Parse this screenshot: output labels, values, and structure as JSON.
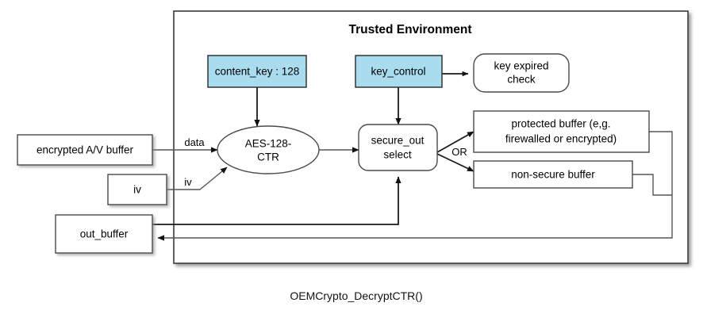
{
  "diagram": {
    "title": "Trusted Environment",
    "caption": "OEMCrypto_DecryptCTR()",
    "colors": {
      "key_box_fill": "#aadcf0",
      "plain_box_fill": "#ffffff",
      "stroke": "#4a4a4a",
      "connector": "#555555",
      "background": "#ffffff"
    },
    "nodes": {
      "content_key": "content_key : 128",
      "key_control": "key_control",
      "key_expired_check": "key expired\ncheck",
      "key_expired_check_line1": "key expired",
      "key_expired_check_line2": "check",
      "aes_engine_line1": "AES-128-",
      "aes_engine_line2": "CTR",
      "secure_out_line1": "secure_out",
      "secure_out_line2": "select",
      "protected_buffer_line1": "protected buffer (e,g.",
      "protected_buffer_line2": "firewalled or encrypted)",
      "non_secure_buffer": "non-secure buffer",
      "encrypted_av_buffer": "encrypted A/V buffer",
      "iv_box": "iv",
      "out_buffer": "out_buffer"
    },
    "edge_labels": {
      "data": "data",
      "iv": "iv",
      "or": "OR"
    }
  }
}
